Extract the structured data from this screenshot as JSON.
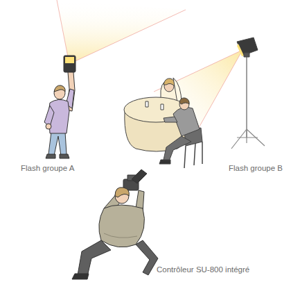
{
  "diagram": {
    "labels": [
      "Flash groupe A",
      "Flash groupe B",
      "Contrôleur SU-800 intégré"
    ]
  }
}
